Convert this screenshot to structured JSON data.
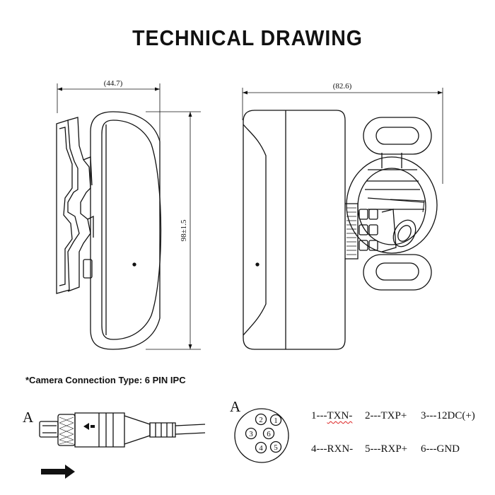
{
  "title": "TECHNICAL DRAWING",
  "dimensions": {
    "depth": "(44.7)",
    "width": "(82.6)",
    "height": "98±1.5"
  },
  "connection_type": "*Camera Connection Type: 6 PIN IPC",
  "connector_label": "A",
  "pin_face_label": "A",
  "pin_numbers": [
    "1",
    "2",
    "3",
    "4",
    "5",
    "6"
  ],
  "pins": [
    {
      "prefix": "1---",
      "signal": "TXN-"
    },
    {
      "prefix": "2---",
      "signal": "TXP+"
    },
    {
      "prefix": "3---",
      "signal": "12DC(+)"
    },
    {
      "prefix": "4---",
      "signal": "RXN-"
    },
    {
      "prefix": "5---",
      "signal": "RXP+"
    },
    {
      "prefix": "6---",
      "signal": "GND"
    }
  ]
}
